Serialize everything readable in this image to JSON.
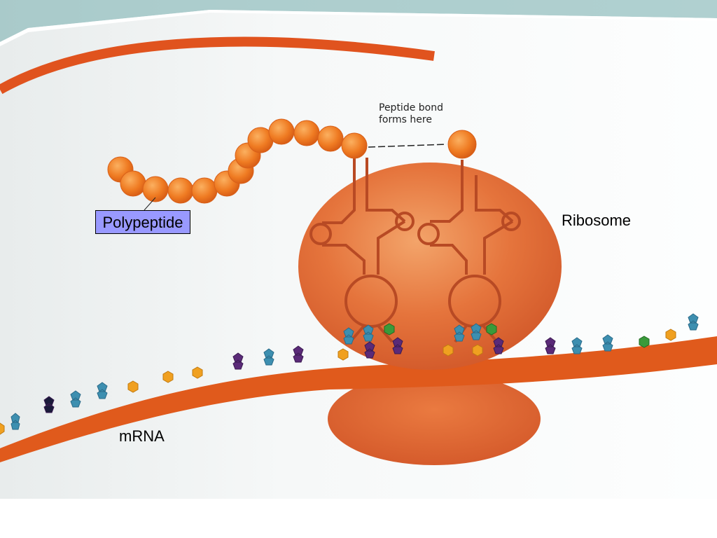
{
  "labels": {
    "polypeptide": "Polypeptide",
    "ribosome": "Ribosome",
    "mrna": "mRNA",
    "peptide_bond": "Peptide bond forms here"
  },
  "colors": {
    "mrna_strand": "#e05a1c",
    "ribosome": "#e06a30",
    "amino_acid": "#f07a20",
    "trna": "#c0502a",
    "label_box": "#9999ff",
    "base_teal": "#3d8fb0",
    "base_purple": "#5a2a78",
    "base_yellow": "#f0a020",
    "base_green": "#3a9a3a"
  },
  "icons": {
    "base_shapes": [
      "pentagon-base-icon",
      "hexagon-base-icon"
    ]
  }
}
